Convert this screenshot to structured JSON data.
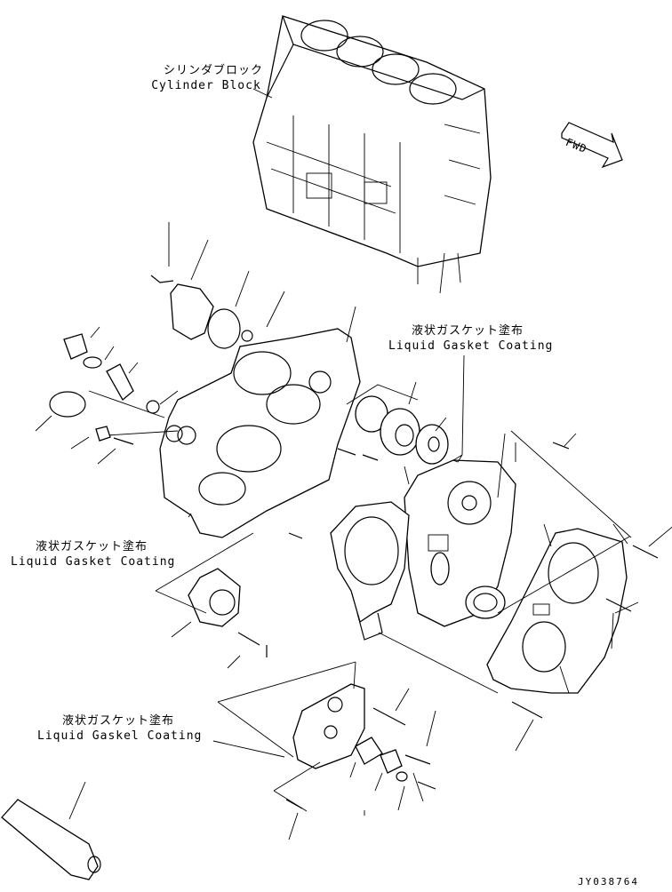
{
  "labels": {
    "cylinder_block_jp": "シリンダブロック",
    "cylinder_block_en": "Cylinder Block",
    "fwd": "FWD",
    "liquid_gasket_jp": "液状ガスケット塗布",
    "liquid_gasket_en_1": "Liquid Gasket Coating",
    "liquid_gasket_en_2": "Liquid Gasket Coating",
    "liquid_gasket_en_3": "Liquid Gaskel Coating",
    "drawing_id": "JY038764"
  }
}
